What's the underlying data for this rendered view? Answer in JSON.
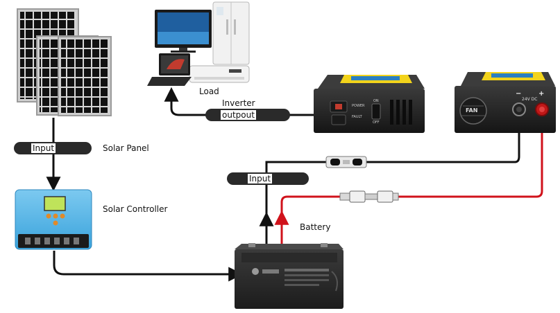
{
  "labels": {
    "solar_panel": "Solar Panel",
    "solar_controller": "Solar Controller",
    "battery": "Battery",
    "load": "Load",
    "inverter": "Inverter",
    "inverter_output": "outpout",
    "input_panel": "Input",
    "input_battery": "Input"
  },
  "device_text": {
    "fan": "FAN",
    "dc_voltage": "24V DC",
    "power": "POWER",
    "fault": "FAULT",
    "on": "ON",
    "off": "OFF",
    "plus": "+",
    "minus": "−"
  },
  "colors": {
    "positive_wire": "#d0121b",
    "wire": "#111111",
    "controller": "#4fb3e6",
    "inverter_body": "#2b2b2b",
    "inverter_badge": "#f2d31b"
  }
}
